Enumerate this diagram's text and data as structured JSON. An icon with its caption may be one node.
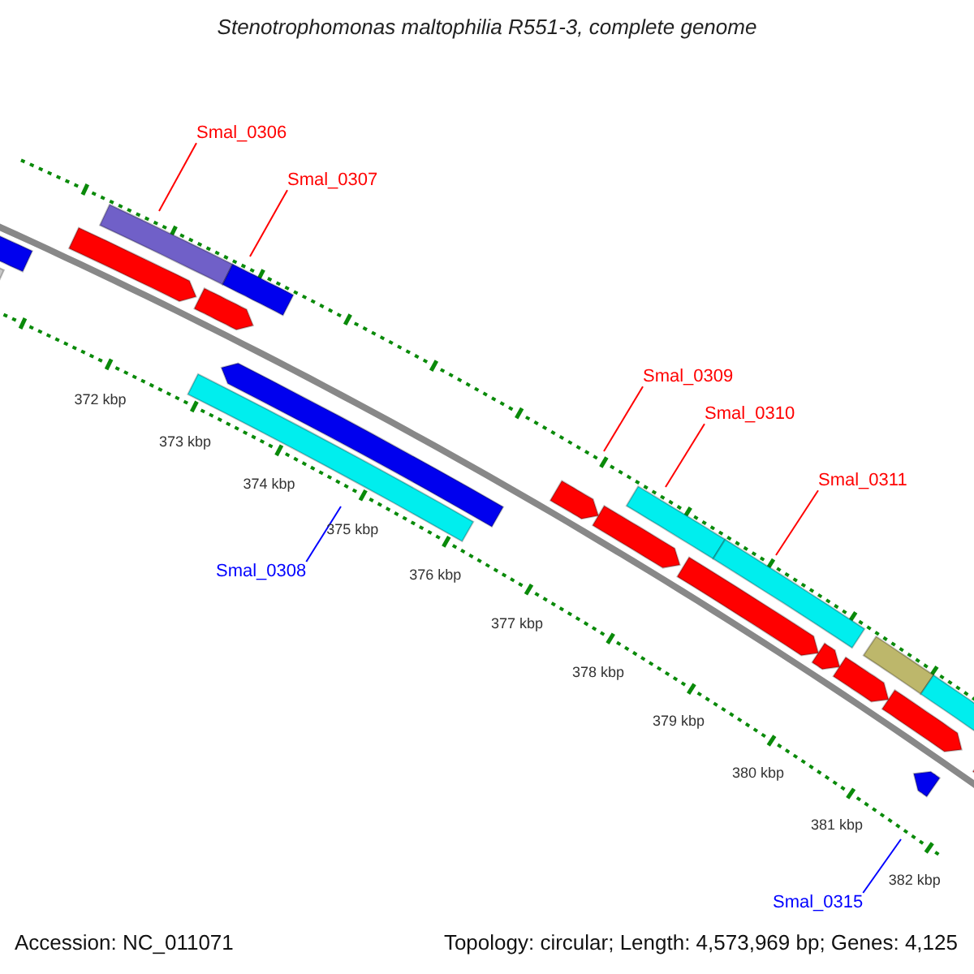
{
  "diagram": {
    "title": "Stenotrophomonas maltophilia R551-3, complete genome",
    "nodes": [
      {
        "text": [
          "Smal_0306"
        ]
      },
      {
        "text": [
          "Smal_0307"
        ]
      },
      {
        "text": [
          "Smal_0308"
        ]
      },
      {
        "text": [
          "Smal_0309"
        ]
      },
      {
        "text": [
          "Smal_0310"
        ]
      },
      {
        "text": [
          "Smal_0311"
        ]
      },
      {
        "text": [
          "Smal_0315"
        ]
      }
    ],
    "edges": [
      {
        "from": 0,
        "to": null,
        "arrow": "none"
      },
      {
        "from": 1,
        "to": null,
        "arrow": "none"
      },
      {
        "from": 2,
        "to": null,
        "arrow": "none",
        "color": "#0000ff"
      },
      {
        "from": 3,
        "to": null,
        "arrow": "none"
      },
      {
        "from": 4,
        "to": null,
        "arrow": "none"
      },
      {
        "from": 5,
        "to": null,
        "arrow": "none"
      },
      {
        "from": 6,
        "to": null,
        "arrow": "none",
        "color": "#0000ff"
      }
    ],
    "labels": [
      "372 kbp",
      "373 kbp",
      "374 kbp",
      "375 kbp",
      "376 kbp",
      "377 kbp",
      "378 kbp",
      "379 kbp",
      "380 kbp",
      "381 kbp",
      "382 kbp",
      "Accession: NC_011071",
      "Topology: circular; Length: 4,573,969 bp; Genes: 4,125"
    ]
  }
}
